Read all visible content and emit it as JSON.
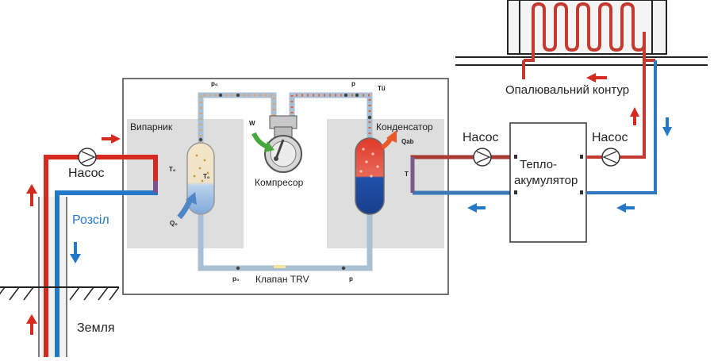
{
  "labels": {
    "heating_circuit": "Опалювальний контур",
    "pump_left": "Насос",
    "pump_mid": "Насос",
    "pump_right": "Насос",
    "storage_line1": "Тепло-",
    "storage_line2": "акумулятор",
    "evaporator": "Випарник",
    "condenser": "Конденсатор",
    "compressor": "Компресор",
    "valve": "Клапан TRV",
    "brine": "Розсіл",
    "ground": "Земля"
  },
  "symbols": {
    "p0_top": "p₀",
    "p_top": "p",
    "t_top": "Tü",
    "w": "W",
    "t0_evap": "T₀",
    "t0_inner": "T₀",
    "q0": "Q₀",
    "qab": "Qab",
    "t_cond": "T",
    "p0_bottom": "p₀",
    "p_bottom": "p"
  },
  "colors": {
    "hot": "#d62a20",
    "cold": "#2478c8",
    "pipe_grey": "#a9bfd3",
    "panel": "#dddddd",
    "condenser_liquid": "#1f4fa8"
  }
}
